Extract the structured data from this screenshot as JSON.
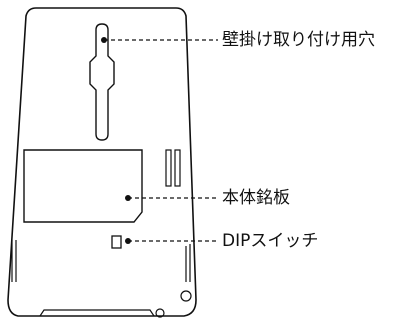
{
  "labels": {
    "wall_hole": "壁掛け取り付け用穴",
    "nameplate": "本体銘板",
    "dip_switch": "DIPスイッチ"
  },
  "colors": {
    "line": "#111111",
    "background": "#ffffff"
  }
}
